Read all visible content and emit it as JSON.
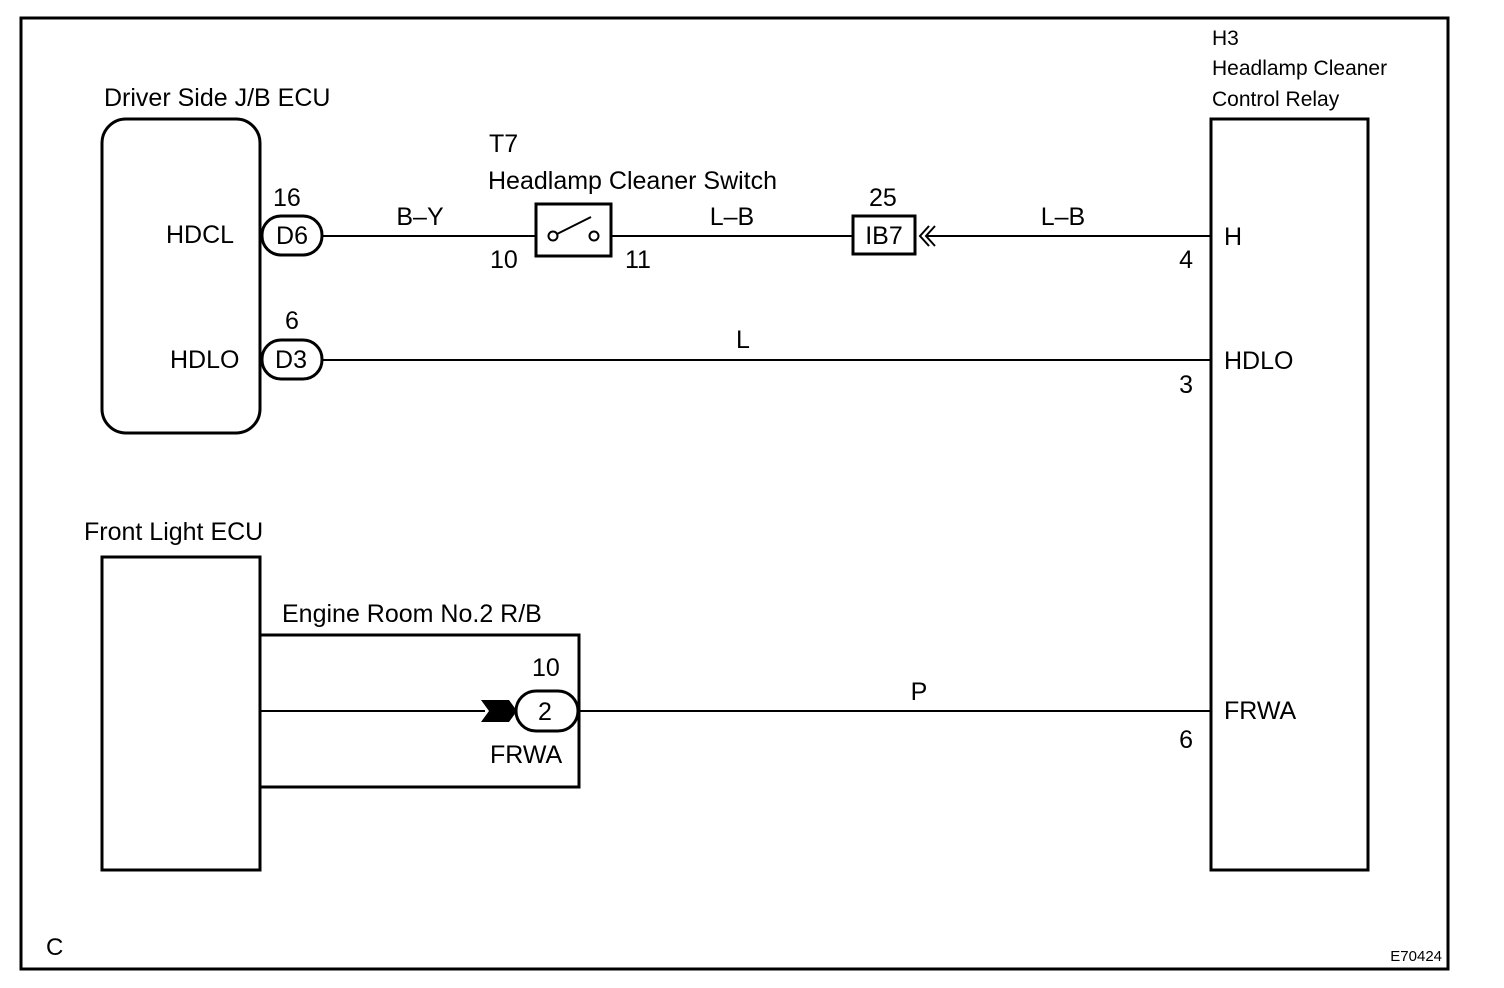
{
  "diagram": {
    "components": {
      "driver_jb_ecu": {
        "name": "Driver Side J/B ECU",
        "terminals": [
          {
            "label": "HDCL",
            "connector": "D6",
            "pin": "16"
          },
          {
            "label": "HDLO",
            "connector": "D3",
            "pin": "6"
          }
        ]
      },
      "front_light_ecu": {
        "name": "Front Light ECU"
      },
      "headlamp_cleaner_switch": {
        "code": "T7",
        "name": "Headlamp Cleaner Switch",
        "pin_in": "10",
        "pin_out": "11"
      },
      "junction_ib7": {
        "connector": "IB7",
        "pin": "25"
      },
      "engine_room_rb": {
        "name": "Engine Room No.2 R/B",
        "connector": "2",
        "pin": "10",
        "terminal": "FRWA"
      },
      "control_relay": {
        "code": "H3",
        "name_line1": "Headlamp Cleaner",
        "name_line2": "Control Relay",
        "terminals": [
          {
            "label": "H",
            "pin": "4"
          },
          {
            "label": "HDLO",
            "pin": "3"
          },
          {
            "label": "FRWA",
            "pin": "6"
          }
        ]
      }
    },
    "wires": {
      "hdcl_to_switch": "B–Y",
      "switch_to_ib7": "L–B",
      "ib7_to_relay": "L–B",
      "hdlo": "L",
      "frwa": "P"
    },
    "footer": {
      "corner_letter": "C",
      "figure_id": "E70424"
    }
  }
}
